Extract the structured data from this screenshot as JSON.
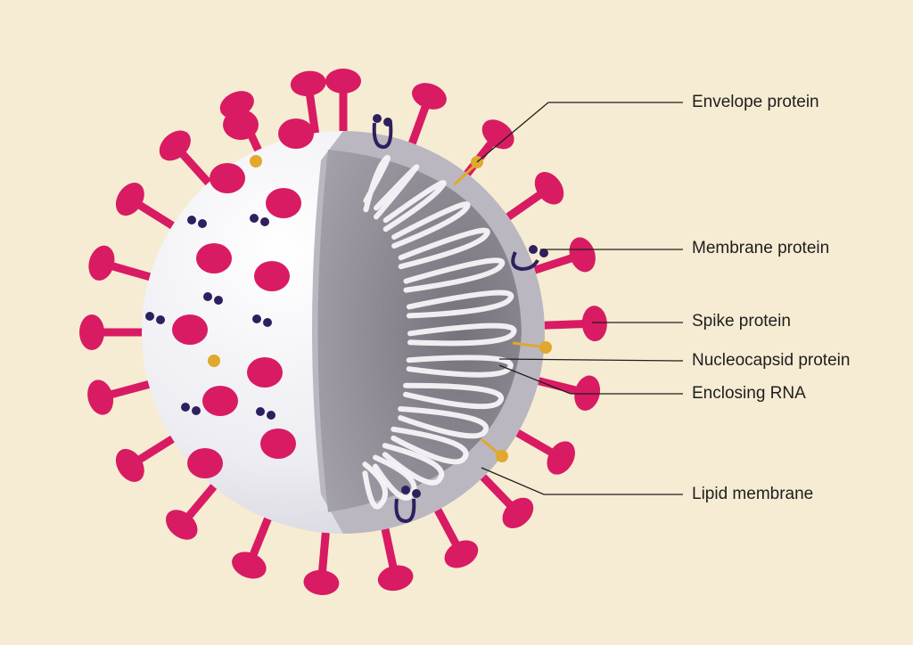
{
  "labels": {
    "envelope_protein": "Envelope protein",
    "membrane_protein": "Membrane protein",
    "spike_protein": "Spike protein",
    "nucleocapsid_protein": "Nucleocapsid protein",
    "enclosing_rna": "Enclosing RNA",
    "lipid_membrane": "Lipid membrane"
  },
  "colors": {
    "background": "#f6ecd3",
    "spike": "#d81b63",
    "envelope": "#e0a82e",
    "membrane": "#2e1f5e",
    "lipid": "#eeedf3",
    "interior": "#8d8a93",
    "rna": "#f7f4f8",
    "leader": "#1e1e1e"
  }
}
